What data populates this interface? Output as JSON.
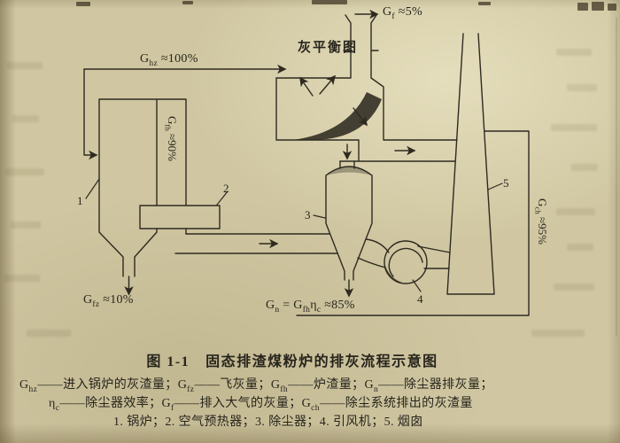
{
  "figure": {
    "balance_title": "灰平衡图",
    "labels": {
      "g_hz": "G_{hz} ≈100%",
      "g_f": "G_{f} ≈5%",
      "g_fh": "G_{fh} ≈90%",
      "g_fz": "G_{fz} ≈10%",
      "g_n": "G_{n} = G_{fh}η_{c} ≈85%",
      "g_ch": "G_{ch} ≈95%"
    },
    "components": {
      "c1": "1",
      "c2": "2",
      "c3": "3",
      "c4": "4",
      "c5": "5"
    },
    "caption": {
      "fig_no": "图 1-1",
      "title": "固态排渣煤粉炉的排灰流程示意图"
    },
    "legend": {
      "line1": "G_{hz}——进入锅炉的灰渣量；G_{fz}——飞灰量；G_{fh}——炉渣量；G_{n}——除尘器排灰量；",
      "line2": "η_{c}——除尘器效率；G_{f}——排入大气的灰量；G_{ch}——除尘系统排出的灰渣量",
      "line3": "1. 锅炉；2. 空气预热器；3. 除尘器；4. 引风机；5. 烟囱"
    }
  },
  "colors": {
    "paper": "#d0c7a2",
    "ink": "#2e2a20"
  }
}
